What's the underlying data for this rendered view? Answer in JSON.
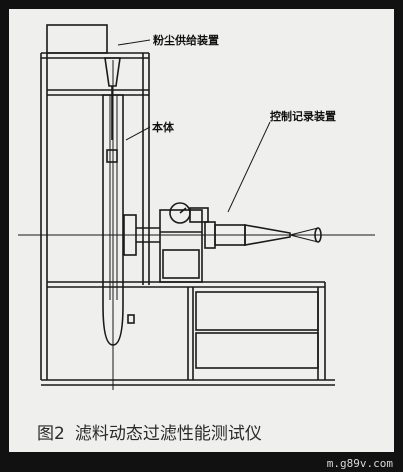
{
  "labels": {
    "powder_feeder": "粉尘供给装置",
    "main_body": "本体",
    "control_recorder": "控制记录装置"
  },
  "caption": {
    "figure_number": "图2",
    "title": "滤料动态过滤性能测试仪"
  },
  "watermark": "m.g89v.com",
  "colors": {
    "background": "#efefed",
    "frame": "#111111",
    "line": "#1a1a1a"
  }
}
